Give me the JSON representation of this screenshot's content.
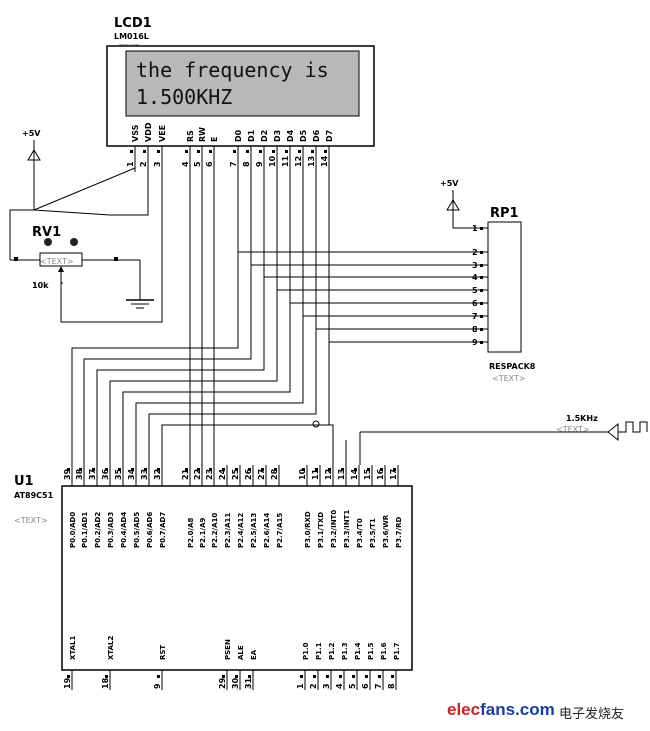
{
  "lcd": {
    "ref": "LCD1",
    "model": "LM016L",
    "text_tag": "<TEXT>",
    "line1": "the frequency is",
    "line2": "1.500KHZ",
    "pins": [
      {
        "num": "1",
        "label": "VSS"
      },
      {
        "num": "2",
        "label": "VDD"
      },
      {
        "num": "3",
        "label": "VEE"
      },
      {
        "num": "4",
        "label": "RS"
      },
      {
        "num": "5",
        "label": "RW"
      },
      {
        "num": "6",
        "label": "E"
      },
      {
        "num": "7",
        "label": "D0"
      },
      {
        "num": "8",
        "label": "D1"
      },
      {
        "num": "9",
        "label": "D2"
      },
      {
        "num": "10",
        "label": "D3"
      },
      {
        "num": "11",
        "label": "D4"
      },
      {
        "num": "12",
        "label": "D5"
      },
      {
        "num": "13",
        "label": "D6"
      },
      {
        "num": "14",
        "label": "D7"
      }
    ]
  },
  "power": {
    "label": "+5V"
  },
  "rv1": {
    "ref": "RV1",
    "value": "10k",
    "text_tag": "<TEXT>"
  },
  "rp1": {
    "ref": "RP1",
    "model": "RESPACK8",
    "text_tag": "<TEXT>",
    "pins": [
      "1",
      "2",
      "3",
      "4",
      "5",
      "6",
      "7",
      "8",
      "9"
    ]
  },
  "signal": {
    "label": "1.5KHz",
    "text_tag": "<TEXT>"
  },
  "mcu": {
    "ref": "U1",
    "model": "AT89C51",
    "text_tag": "<TEXT>",
    "top_pins": [
      {
        "num": "39",
        "label": "P0.0/AD0"
      },
      {
        "num": "38",
        "label": "P0.1/AD1"
      },
      {
        "num": "37",
        "label": "P0.2/AD2"
      },
      {
        "num": "36",
        "label": "P0.3/AD3"
      },
      {
        "num": "35",
        "label": "P0.4/AD4"
      },
      {
        "num": "34",
        "label": "P0.5/AD5"
      },
      {
        "num": "33",
        "label": "P0.6/AD6"
      },
      {
        "num": "32",
        "label": "P0.7/AD7"
      },
      {
        "num": "21",
        "label": "P2.0/A8"
      },
      {
        "num": "22",
        "label": "P2.1/A9"
      },
      {
        "num": "23",
        "label": "P2.2/A10"
      },
      {
        "num": "24",
        "label": "P2.3/A11"
      },
      {
        "num": "25",
        "label": "P2.4/A12"
      },
      {
        "num": "26",
        "label": "P2.5/A13"
      },
      {
        "num": "27",
        "label": "P2.6/A14"
      },
      {
        "num": "28",
        "label": "P2.7/A15"
      },
      {
        "num": "10",
        "label": "P3.0/RXD"
      },
      {
        "num": "11",
        "label": "P3.1/TXD"
      },
      {
        "num": "12",
        "label": "P3.2/INT0"
      },
      {
        "num": "13",
        "label": "P3.3/INT1"
      },
      {
        "num": "14",
        "label": "P3.4/T0"
      },
      {
        "num": "15",
        "label": "P3.5/T1"
      },
      {
        "num": "16",
        "label": "P3.6/WR"
      },
      {
        "num": "17",
        "label": "P3.7/RD"
      }
    ],
    "bottom_pins": [
      {
        "num": "19",
        "label": "XTAL1"
      },
      {
        "num": "18",
        "label": "XTAL2"
      },
      {
        "num": "9",
        "label": "RST"
      },
      {
        "num": "29",
        "label": "PSEN"
      },
      {
        "num": "30",
        "label": "ALE"
      },
      {
        "num": "31",
        "label": "EA"
      },
      {
        "num": "1",
        "label": "P1.0"
      },
      {
        "num": "2",
        "label": "P1.1"
      },
      {
        "num": "3",
        "label": "P1.2"
      },
      {
        "num": "4",
        "label": "P1.3"
      },
      {
        "num": "5",
        "label": "P1.4"
      },
      {
        "num": "6",
        "label": "P1.5"
      },
      {
        "num": "7",
        "label": "P1.6"
      },
      {
        "num": "8",
        "label": "P1.7"
      }
    ]
  },
  "watermark": {
    "brand_e": "elec",
    "brand_rest": "fans.com",
    "cn": "电子发烧友"
  },
  "colors": {
    "lcd_screen": "#b8b8b8",
    "wire": "#000000",
    "watermark_red": "#d21f1f",
    "watermark_blue": "#1a3fa0"
  }
}
